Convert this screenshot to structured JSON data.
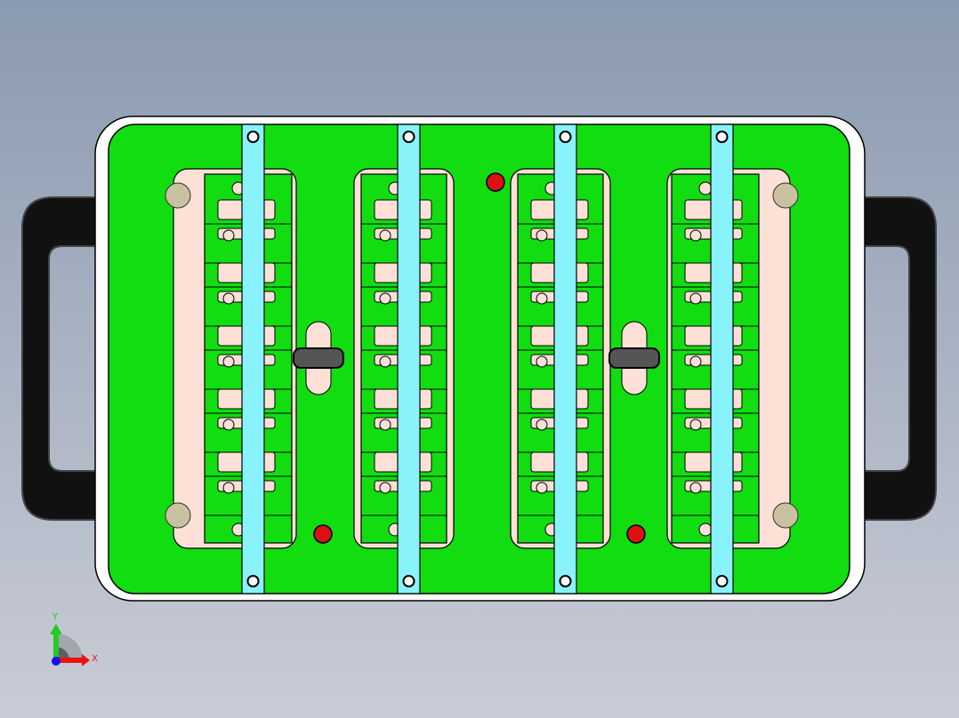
{
  "viewport": {
    "background_top": "#8a9ab0",
    "background_bottom": "#c9ccd6"
  },
  "model": {
    "base_plate_color": "#ffffff",
    "top_plate_color": "#11dd11",
    "pocket_color": "#fde0d6",
    "strip_color": "#88f3fb",
    "handle_color": "#111111",
    "pin_color": "#dd1111",
    "latch_color": "#555555",
    "pockets": 4,
    "slots_per_pocket": 5,
    "strips": 4
  },
  "triad": {
    "x_label": "X",
    "y_label": "Y",
    "x_color": "#ee1111",
    "y_color": "#22cc22",
    "z_color": "#1111ee"
  }
}
